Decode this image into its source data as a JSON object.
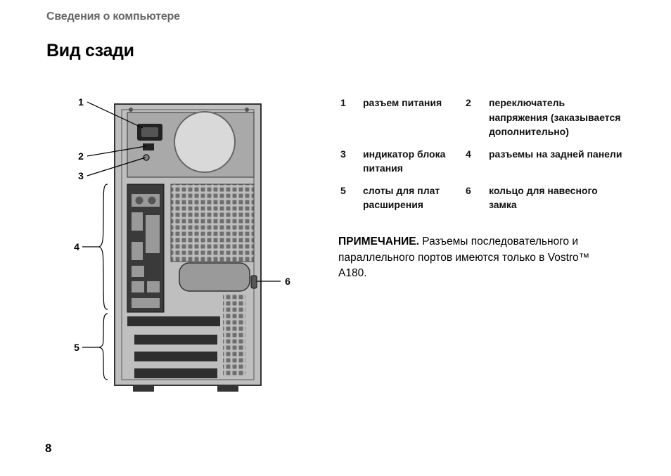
{
  "header": {
    "section": "Сведения о компьютере"
  },
  "page": {
    "title": "Вид сзади",
    "number": "8"
  },
  "figure": {
    "callouts": [
      {
        "number": "1"
      },
      {
        "number": "2"
      },
      {
        "number": "3"
      },
      {
        "number": "4"
      },
      {
        "number": "5"
      },
      {
        "number": "6"
      }
    ]
  },
  "legend": [
    {
      "left_num": "1",
      "left_text": "разъем питания",
      "right_num": "2",
      "right_text": "переключатель напряжения (заказывается дополнительно)"
    },
    {
      "left_num": "3",
      "left_text": "индикатор блока питания",
      "right_num": "4",
      "right_text": "разъемы на задней панели"
    },
    {
      "left_num": "5",
      "left_text": "слоты для плат расширения",
      "right_num": "6",
      "right_text": "кольцо для навесного замка"
    }
  ],
  "note": {
    "label": "ПРИМЕЧАНИЕ.",
    "text": "Разъемы последовательного и параллельного портов имеются только в Vostro™ A180."
  }
}
